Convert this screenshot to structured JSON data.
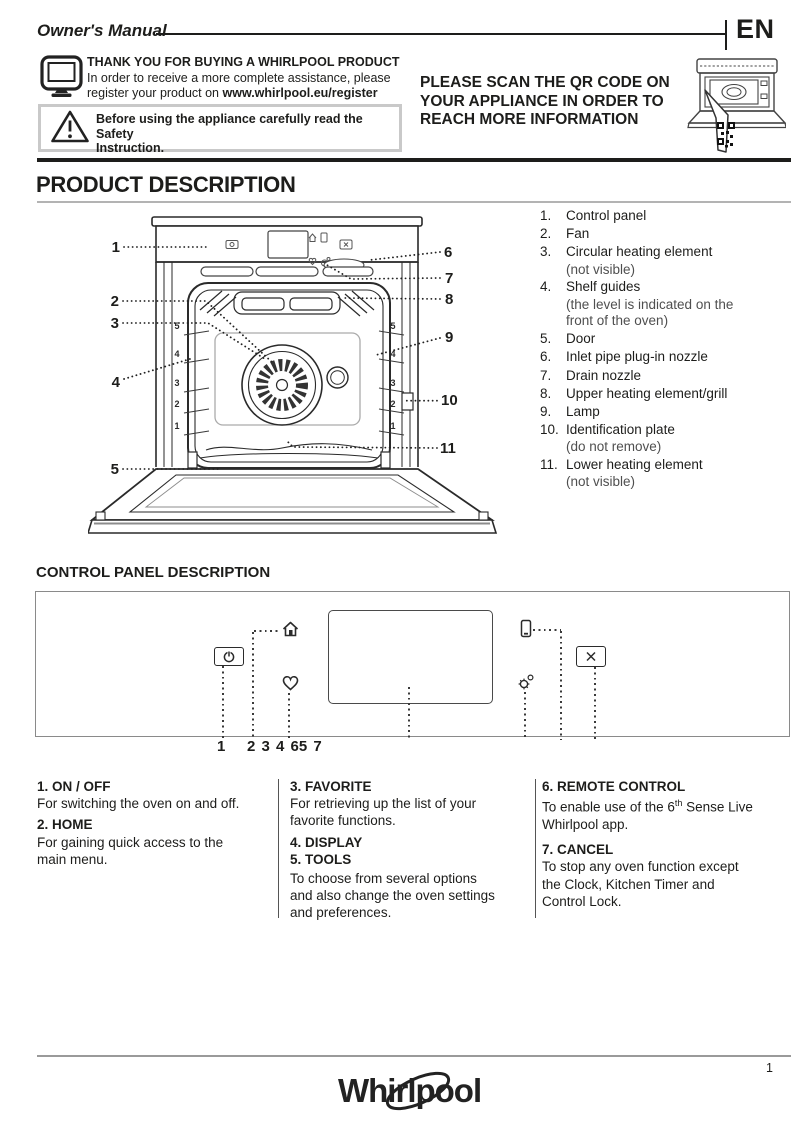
{
  "header": {
    "doc_title": "Owner's Manual",
    "language": "EN",
    "thanks_title": "THANK YOU FOR BUYING A  WHIRLPOOL PRODUCT",
    "thanks_line1": "In order to receive a more complete assistance, please",
    "thanks_line2": "register your product on ",
    "register_url": "www.whirlpool.eu/register",
    "safety_note": "Before using the appliance carefully read the Safety\nInstruction.",
    "qr_note": "PLEASE SCAN THE QR CODE ON\nYOUR APPLIANCE IN ORDER TO\nREACH MORE INFORMATION"
  },
  "product_description": {
    "heading": "PRODUCT DESCRIPTION",
    "items": [
      {
        "num": "1.",
        "label": "Control panel"
      },
      {
        "num": "2.",
        "label": "Fan"
      },
      {
        "num": "3.",
        "label": "Circular heating element",
        "note": "(not visible)"
      },
      {
        "num": "4.",
        "label": "Shelf guides",
        "note": "(the level is indicated on the\nfront of the oven)"
      },
      {
        "num": "5.",
        "label": "Door"
      },
      {
        "num": "6.",
        "label": "Inlet pipe plug-in nozzle"
      },
      {
        "num": "7.",
        "label": "Drain nozzle"
      },
      {
        "num": "8.",
        "label": "Upper heating element/grill"
      },
      {
        "num": "9.",
        "label": "Lamp"
      },
      {
        "num": "10.",
        "label": "Identification plate",
        "note": "(do not remove)"
      },
      {
        "num": "11.",
        "label": "Lower heating element",
        "note": "(not visible)"
      }
    ],
    "diagram": {
      "shelf_levels": [
        "5",
        "4",
        "3",
        "2",
        "1"
      ],
      "callouts": {
        "c1": "1",
        "c2": "2",
        "c3": "3",
        "c4": "4",
        "c5": "5",
        "c6": "6",
        "c7": "7",
        "c8": "8",
        "c9": "9",
        "c10": "10",
        "c11": "11"
      }
    }
  },
  "control_panel": {
    "heading": "CONTROL PANEL DESCRIPTION",
    "figure": {
      "label_1": "1",
      "label_cluster": "2 3 4 65 7"
    },
    "legend": {
      "col1": [
        {
          "title": "1. ON / OFF",
          "body": "For switching the oven on and off."
        },
        {
          "title": "2. HOME",
          "body": "For gaining quick access to the\nmain menu."
        }
      ],
      "col2": [
        {
          "title": "3. FAVORITE",
          "body": "For retrieving up the list of your\nfavorite functions."
        },
        {
          "title": "4. DISPLAY",
          "body": ""
        },
        {
          "title": "5. TOOLS",
          "body": "To choose from several options\nand also change the oven settings\nand preferences."
        }
      ],
      "col3": [
        {
          "title": "6. REMOTE CONTROL",
          "body_pre": "To enable use of the 6",
          "body_sup": "th",
          "body_post": " Sense Live\nWhirlpool app."
        },
        {
          "title": "7. CANCEL",
          "body": "To stop any oven function except\nthe Clock, Kitchen Timer and\nControl Lock."
        }
      ]
    }
  },
  "footer": {
    "brand": "Whirlpool",
    "page_number": "1"
  }
}
